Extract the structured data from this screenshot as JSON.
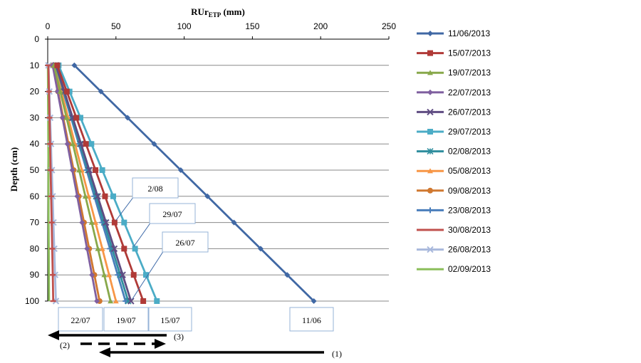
{
  "chart_data": {
    "type": "line",
    "title": "",
    "xlabel_main": "RUr",
    "xlabel_sub": "ETP",
    "xlabel_unit": " (mm)",
    "ylabel": "Depth (cm)",
    "xlim": [
      0,
      250
    ],
    "ylim": [
      0,
      100
    ],
    "x_ticks": [
      0,
      50,
      100,
      150,
      200,
      250
    ],
    "y_ticks": [
      0,
      10,
      20,
      30,
      40,
      50,
      60,
      70,
      80,
      90,
      100
    ],
    "grid": "horizontal",
    "legend_position": "right",
    "depths": [
      10,
      20,
      30,
      40,
      50,
      60,
      70,
      80,
      90,
      100
    ],
    "series": [
      {
        "name": "11/06/2013",
        "color": "#4068A4",
        "marker": "diamond",
        "values": [
          19.5,
          39,
          58.5,
          78,
          97.5,
          117,
          136.5,
          156,
          175.5,
          195
        ]
      },
      {
        "name": "15/07/2013",
        "color": "#B03A37",
        "marker": "square",
        "values": [
          7,
          14,
          21,
          28,
          35,
          42,
          49,
          56,
          63,
          70
        ]
      },
      {
        "name": "19/07/2013",
        "color": "#88A84A",
        "marker": "triangle",
        "values": [
          4.6,
          9.2,
          13.8,
          18.4,
          23,
          27.6,
          32.2,
          36.8,
          41.4,
          46
        ]
      },
      {
        "name": "22/07/2013",
        "color": "#8060A0",
        "marker": "diamond",
        "values": [
          3.6,
          7.2,
          10.8,
          14.4,
          18,
          21.6,
          25.2,
          28.8,
          32.4,
          36
        ]
      },
      {
        "name": "26/07/2013",
        "color": "#5F4C82",
        "marker": "x",
        "values": [
          6.1,
          12.2,
          18.3,
          24.4,
          30.5,
          36.6,
          42.7,
          48.8,
          54.9,
          61
        ]
      },
      {
        "name": "29/07/2013",
        "color": "#4BACC6",
        "marker": "square",
        "values": [
          8,
          16,
          24,
          32,
          40,
          48,
          56,
          64,
          72,
          80
        ]
      },
      {
        "name": "02/08/2013",
        "color": "#2F8E9E",
        "marker": "asterisk",
        "values": [
          5.9,
          11.8,
          17.7,
          23.6,
          29.5,
          35.4,
          41.3,
          47.2,
          53.1,
          59
        ]
      },
      {
        "name": "05/08/2013",
        "color": "#F79646",
        "marker": "triangle",
        "values": [
          5,
          10,
          15,
          20,
          25,
          30,
          35,
          40,
          45,
          50
        ]
      },
      {
        "name": "09/08/2013",
        "color": "#D07830",
        "marker": "circle",
        "values": [
          3.8,
          7.6,
          11.4,
          15.2,
          19,
          22.8,
          26.6,
          30.4,
          34.2,
          38
        ]
      },
      {
        "name": "23/08/2013",
        "color": "#4A7EBB",
        "marker": "plus",
        "values": [
          5.7,
          11.4,
          17.1,
          22.8,
          28.5,
          34.2,
          39.9,
          45.6,
          51.3,
          57
        ]
      },
      {
        "name": "30/08/2013",
        "color": "#C0504D",
        "marker": "dash",
        "values": [
          0.5,
          0.9,
          1.3,
          1.7,
          2.1,
          2.5,
          2.9,
          3.3,
          3.7,
          4
        ]
      },
      {
        "name": "26/08/2013",
        "color": "#A8B8DC",
        "marker": "x",
        "values": [
          0.6,
          1.2,
          1.8,
          2.4,
          3,
          3.6,
          4.2,
          4.8,
          5.4,
          6
        ]
      },
      {
        "name": "02/09/2013",
        "color": "#8BBE5A",
        "marker": "none",
        "values": [
          0.1,
          0.2,
          0.3,
          0.4,
          0.5,
          0.6,
          0.7,
          0.8,
          0.9,
          1
        ]
      }
    ],
    "annotations": {
      "callouts": [
        {
          "label": "2/08",
          "target_x": 49,
          "target_y": 70
        },
        {
          "label": "29/07",
          "target_x": 62,
          "target_y": 80
        },
        {
          "label": "26/07",
          "target_x": 61,
          "target_y": 100
        }
      ],
      "bottom_boxes": [
        "22/07",
        "19/07",
        "15/07",
        "11/06"
      ],
      "arrows": [
        "(3)",
        "(2)",
        "(1)"
      ]
    }
  }
}
